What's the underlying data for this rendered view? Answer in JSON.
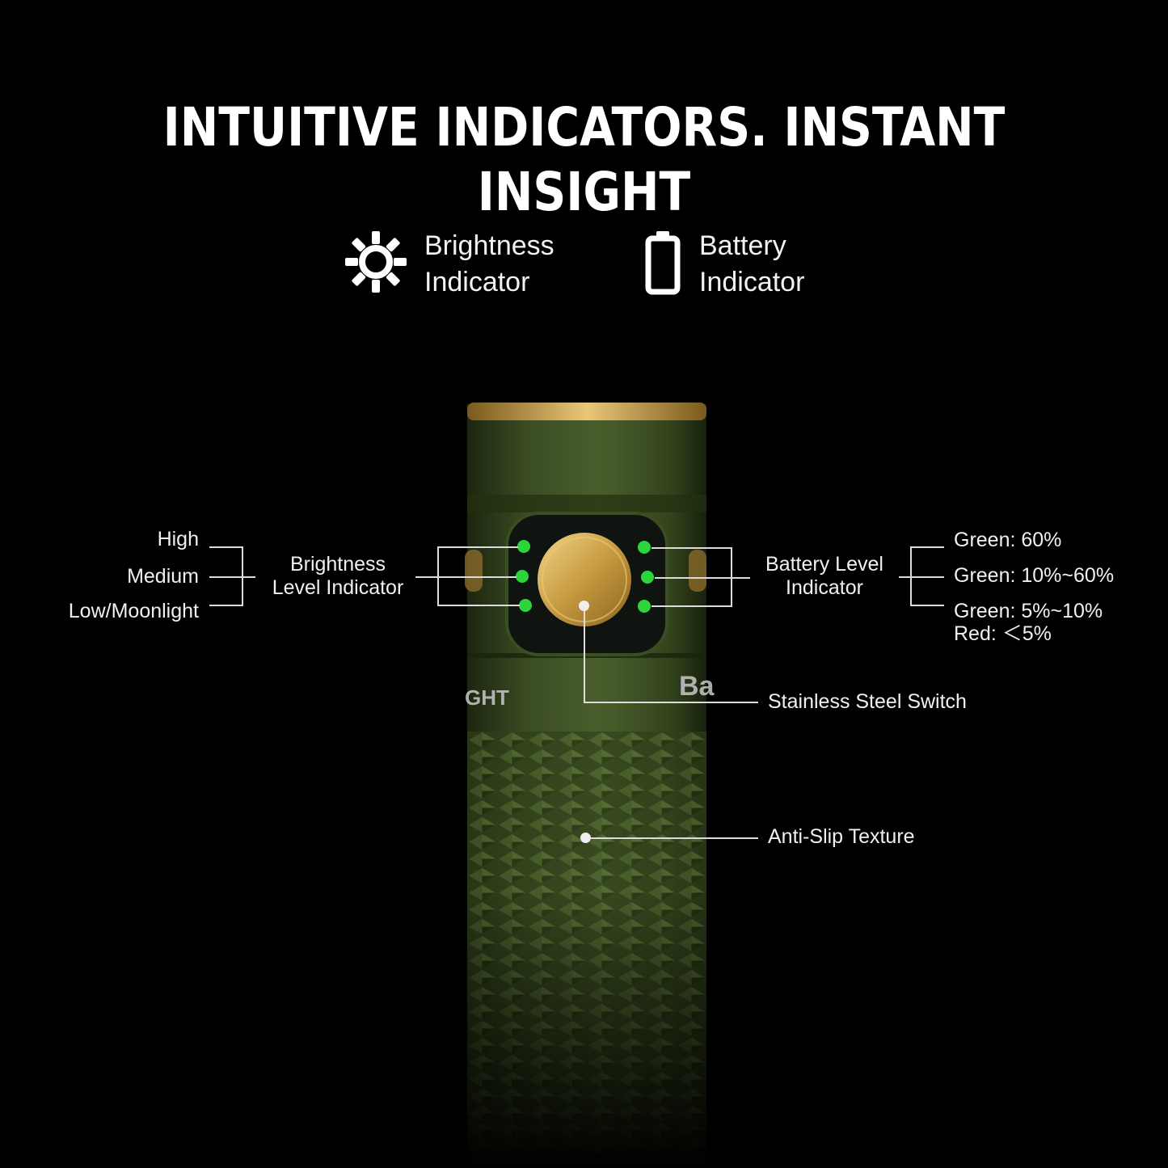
{
  "headline": "INTUITIVE INDICATORS. INSTANT INSIGHT",
  "legend": {
    "brightness": {
      "line1": "Brightness",
      "line2": "Indicator",
      "icon": "sun-icon"
    },
    "battery": {
      "line1": "Battery",
      "line2": "Indicator",
      "icon": "battery-icon"
    }
  },
  "brightness_levels": [
    "High",
    "Medium",
    "Low/Moonlight"
  ],
  "brightness_label": {
    "line1": "Brightness",
    "line2": "Level Indicator"
  },
  "battery_label": {
    "line1": "Battery Level",
    "line2": "Indicator"
  },
  "battery_levels": [
    "Green:  60%",
    "Green: 10%~60%",
    "Green: 5%~10%",
    "Red: ＜5%"
  ],
  "switch_label": "Stainless Steel Switch",
  "texture_label": "Anti-Slip Texture",
  "colors": {
    "body": "#35461f",
    "brass": "#c7a04a",
    "led": "#2bd53a",
    "background": "#000000"
  }
}
